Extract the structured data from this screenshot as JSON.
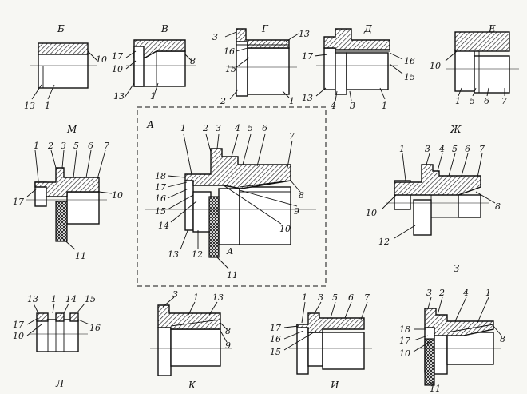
{
  "variants": {
    "A": "А",
    "B": "Б",
    "V": "В",
    "G": "Г",
    "D": "Д",
    "E": "Е",
    "M": "М",
    "Zh": "Ж",
    "L": "Л",
    "K": "К",
    "I": "И",
    "Z": "З"
  },
  "section_mark": "А",
  "leaders": {
    "B": [
      "10",
      "13",
      "1"
    ],
    "V": [
      "17",
      "10",
      "8",
      "13",
      "1"
    ],
    "G": [
      "3",
      "13",
      "16",
      "15",
      "2",
      "1"
    ],
    "D": [
      "17",
      "16",
      "15",
      "13",
      "4",
      "3",
      "1"
    ],
    "E": [
      "10",
      "1",
      "5",
      "6",
      "7"
    ],
    "M": [
      "1",
      "2",
      "3",
      "5",
      "6",
      "7",
      "17",
      "10",
      "11"
    ],
    "A": [
      "1",
      "2",
      "3",
      "4",
      "5",
      "6",
      "7",
      "18",
      "17",
      "16",
      "15",
      "14",
      "8",
      "9",
      "10",
      "13",
      "12",
      "11"
    ],
    "Zh": [
      "1",
      "3",
      "4",
      "5",
      "6",
      "7",
      "8",
      "10",
      "12"
    ],
    "L": [
      "13",
      "1",
      "14",
      "15",
      "17",
      "10",
      "16"
    ],
    "K": [
      "3",
      "1",
      "13",
      "8",
      "9"
    ],
    "I": [
      "1",
      "3",
      "5",
      "6",
      "7",
      "17",
      "16",
      "15"
    ],
    "Z": [
      "3",
      "2",
      "4",
      "1",
      "18",
      "17",
      "10",
      "8",
      "11"
    ]
  }
}
